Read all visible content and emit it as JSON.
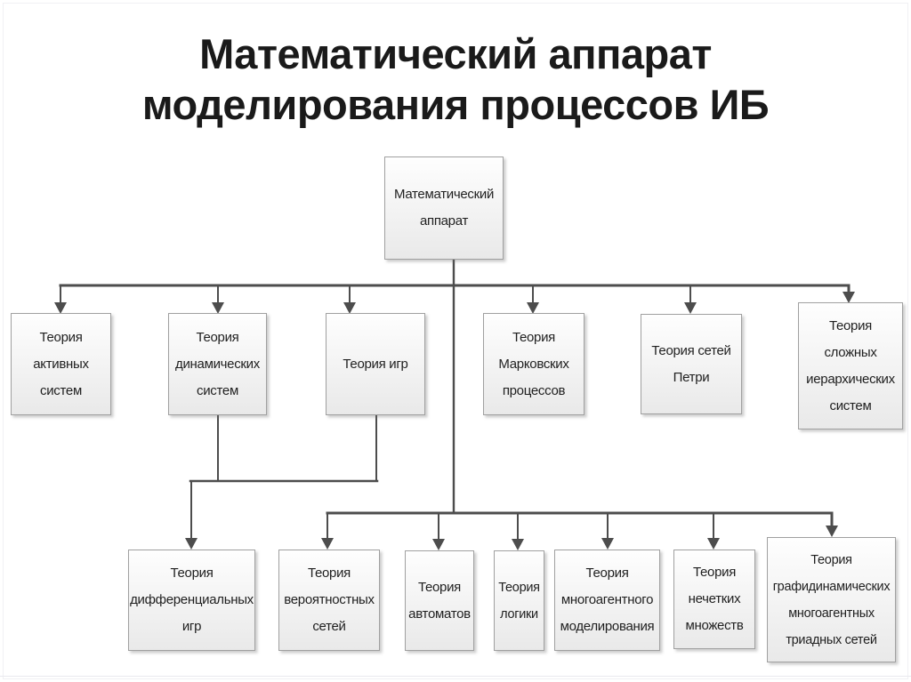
{
  "title": [
    "Математический аппарат",
    "моделирования процессов ИБ"
  ],
  "root": {
    "label": [
      "Математический",
      "аппарат"
    ]
  },
  "level1": [
    {
      "label": [
        "Теория",
        "активных",
        "систем"
      ]
    },
    {
      "label": [
        "Теория",
        "динамических",
        "систем"
      ]
    },
    {
      "label": [
        "Теория игр"
      ]
    },
    {
      "label": [
        "Теория",
        "Марковских",
        "процессов"
      ]
    },
    {
      "label": [
        "Теория сетей",
        "Петри"
      ]
    },
    {
      "label": [
        "Теория",
        "сложных",
        "иерархических",
        "систем"
      ]
    }
  ],
  "level2": [
    {
      "label": [
        "Теория",
        "дифференциальных",
        "игр"
      ]
    },
    {
      "label": [
        "Теория",
        "вероятностных",
        "сетей"
      ]
    },
    {
      "label": [
        "Теория",
        "автоматов"
      ]
    },
    {
      "label": [
        "Теория",
        "логики"
      ]
    },
    {
      "label": [
        "Теория",
        "многоагентного",
        "моделирования"
      ]
    },
    {
      "label": [
        "Теория",
        "нечетких",
        "множеств"
      ]
    },
    {
      "label": [
        "Теория",
        "графидинамических",
        "многоагентных",
        "триадных сетей"
      ]
    }
  ],
  "colors": {
    "line-color": "#4d4d4d",
    "box-border": "#a0a0a0",
    "box-bg-top": "#fefefe",
    "box-bg-bottom": "#e9e9e9",
    "text-color": "#1f1f1f",
    "title-color": "#1a1a1a",
    "background": "#ffffff"
  }
}
